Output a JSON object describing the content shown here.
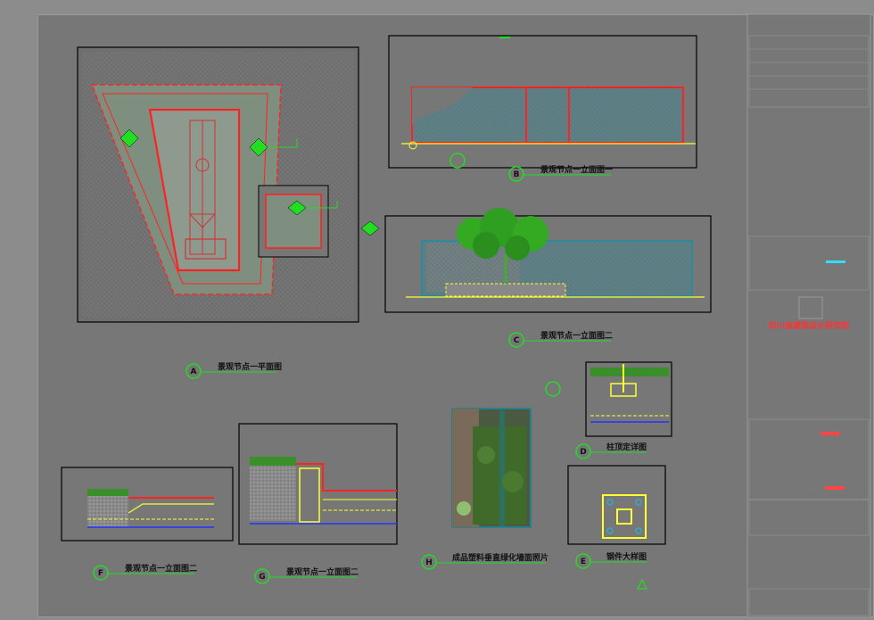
{
  "drawing": {
    "label_a": "景观节点一平面图",
    "label_b": "景观节点一立面图一",
    "label_c": "景观节点一立面图二",
    "label_d": "柱顶定详图",
    "label_e": "钢件大样图",
    "label_f": "景观节点一立面图二",
    "label_g": "景观节点一立面图二",
    "label_h": "成品塑料垂直绿化墙面照片",
    "tag_a": "A",
    "tag_b": "B",
    "tag_c": "C",
    "tag_d": "D",
    "tag_e": "E",
    "tag_f": "F",
    "tag_g": "G",
    "tag_h": "H"
  },
  "title_block": {
    "company": "四川省建筑设计研究院"
  },
  "colors": {
    "background": "#777777",
    "frame": "#000000",
    "green_marker": "#22dd22",
    "red_outline": "#ff2222",
    "yellow_line": "#ffff33",
    "blue_line": "#2233ff",
    "mesh": "#2e8a9a",
    "company_red": "#ff3333"
  }
}
